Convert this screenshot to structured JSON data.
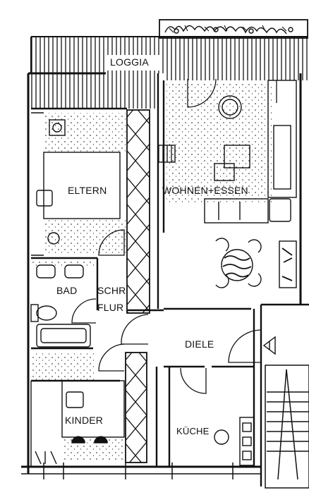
{
  "rooms": {
    "loggia": "LOGGIA",
    "eltern": "ELTERN",
    "wohnen_essen": "WOHNEN+ESSEN",
    "bad": "BAD",
    "schr": "SCHR",
    "flur": "FLUR",
    "diele": "DIELE",
    "kinder": "KINDER",
    "kueche": "KÜCHE"
  },
  "colors": {
    "ink": "#111111",
    "background": "#ffffff"
  }
}
